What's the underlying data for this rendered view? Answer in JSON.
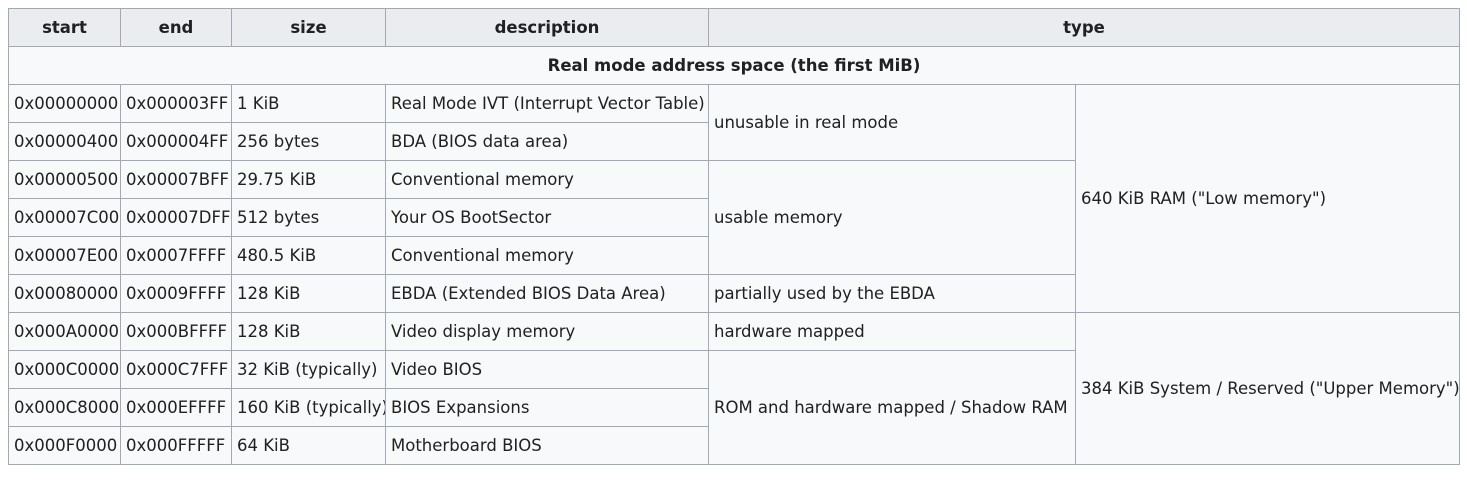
{
  "headers": [
    "start",
    "end",
    "size",
    "description",
    "type"
  ],
  "section_title": "Real mode address space (the first MiB)",
  "rows": [
    {
      "start": "0x00000000",
      "end": "0x000003FF",
      "size": "1 KiB",
      "description": "Real Mode IVT (Interrupt Vector Table)"
    },
    {
      "start": "0x00000400",
      "end": "0x000004FF",
      "size": "256 bytes",
      "description": "BDA (BIOS data area)"
    },
    {
      "start": "0x00000500",
      "end": "0x00007BFF",
      "size": "29.75 KiB",
      "description": "Conventional memory"
    },
    {
      "start": "0x00007C00",
      "end": "0x00007DFF",
      "size": "512 bytes",
      "description": "Your OS BootSector"
    },
    {
      "start": "0x00007E00",
      "end": "0x0007FFFF",
      "size": "480.5 KiB",
      "description": "Conventional memory"
    },
    {
      "start": "0x00080000",
      "end": "0x0009FFFF",
      "size": "128 KiB",
      "description": "EBDA (Extended BIOS Data Area)"
    },
    {
      "start": "0x000A0000",
      "end": "0x000BFFFF",
      "size": "128 KiB",
      "description": "Video display memory"
    },
    {
      "start": "0x000C0000",
      "end": "0x000C7FFF",
      "size": "32 KiB (typically)",
      "description": "Video BIOS"
    },
    {
      "start": "0x000C8000",
      "end": "0x000EFFFF",
      "size": "160 KiB (typically)",
      "description": "BIOS Expansions"
    },
    {
      "start": "0x000F0000",
      "end": "0x000FFFFF",
      "size": "64 KiB",
      "description": "Motherboard BIOS"
    }
  ],
  "type_groups": [
    "unusable in real mode",
    "usable memory",
    "partially used by the EBDA",
    "hardware mapped",
    "ROM and hardware mapped / Shadow RAM"
  ],
  "type_regions": [
    "640 KiB RAM (\"Low memory\")",
    "384 KiB System / Reserved (\"Upper Memory\")"
  ]
}
